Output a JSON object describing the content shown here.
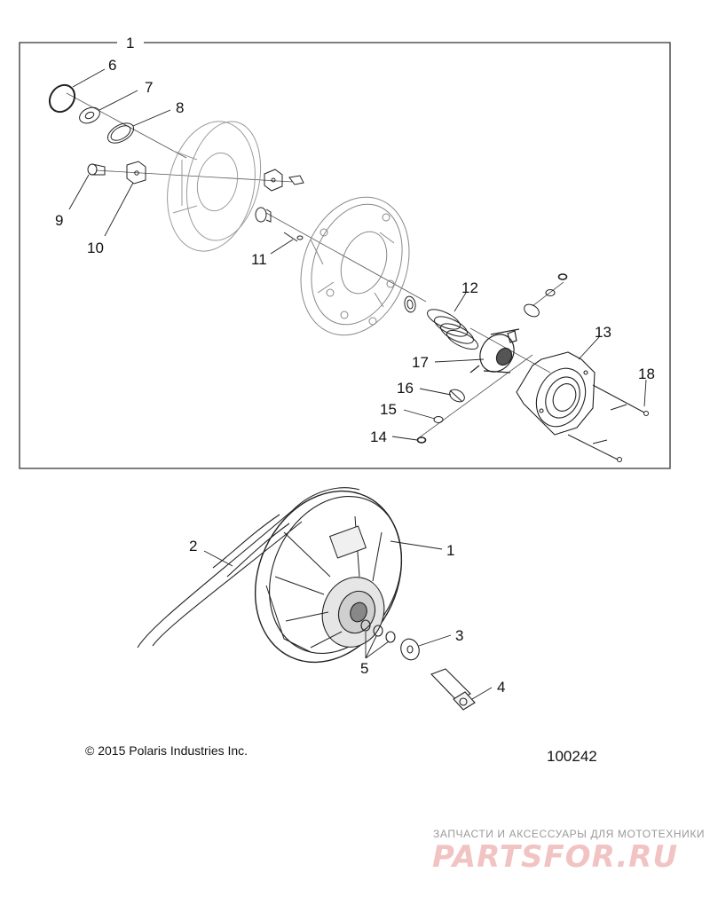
{
  "diagram": {
    "callouts": {
      "c1_top": "1",
      "c6": "6",
      "c7": "7",
      "c8": "8",
      "c9": "9",
      "c10": "10",
      "c11": "11",
      "c12": "12",
      "c13": "13",
      "c14": "14",
      "c15": "15",
      "c16": "16",
      "c17": "17",
      "c18": "18",
      "c1_lower": "1",
      "c2": "2",
      "c3": "3",
      "c4": "4",
      "c5": "5"
    }
  },
  "footer": {
    "copyright": "© 2015 Polaris Industries Inc.",
    "drawing_number": "100242"
  },
  "watermark": {
    "tagline": "ЗАПЧАСТИ И АКСЕССУАРЫ ДЛЯ МОТОТЕХНИКИ",
    "logo": "PARTSFOR.RU",
    "logo_color": "#f2c3c3"
  }
}
